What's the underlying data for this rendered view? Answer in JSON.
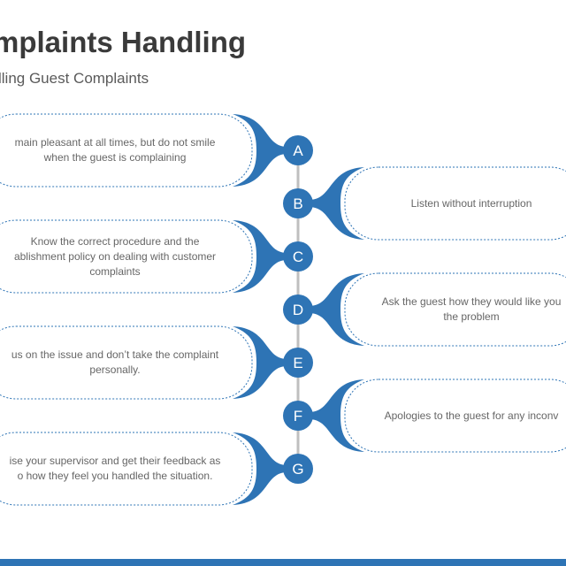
{
  "title": "mplaints Handling",
  "subtitle": "lling Guest Complaints",
  "colors": {
    "accent": "#2e74b5",
    "connector": "#bfbfbf",
    "text": "#666666"
  },
  "steps": [
    {
      "letter": "A",
      "side": "left",
      "lines": [
        "main pleasant at all times, but do not smile",
        "when the guest is complaining"
      ]
    },
    {
      "letter": "B",
      "side": "right",
      "lines": [
        "Listen without interruption"
      ]
    },
    {
      "letter": "C",
      "side": "left",
      "lines": [
        "Know the correct procedure and the",
        "ablishment policy on dealing with customer",
        "complaints"
      ]
    },
    {
      "letter": "D",
      "side": "right",
      "lines": [
        "Ask the guest how they would like you",
        "the problem"
      ]
    },
    {
      "letter": "E",
      "side": "left",
      "lines": [
        "us on the issue and don’t take the complaint",
        "personally."
      ]
    },
    {
      "letter": "F",
      "side": "right",
      "lines": [
        "Apologies to the guest for any inconv"
      ]
    },
    {
      "letter": "G",
      "side": "left",
      "lines": [
        "ise your supervisor and get their feedback as",
        "o how they feel you handled the situation."
      ]
    }
  ]
}
